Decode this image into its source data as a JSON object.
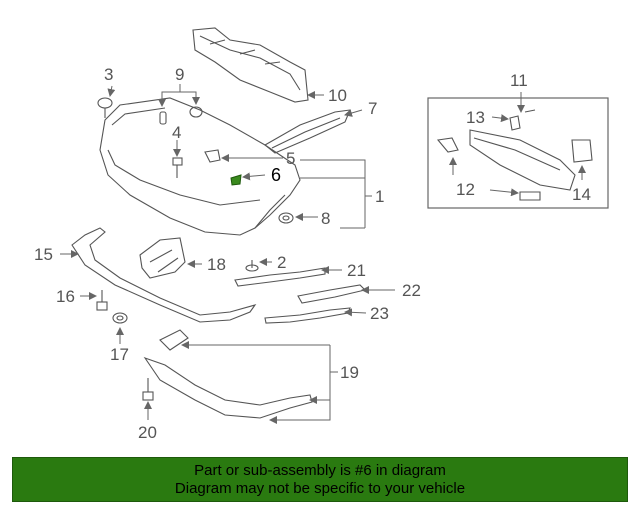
{
  "callouts": {
    "c1": "1",
    "c2": "2",
    "c3": "3",
    "c4": "4",
    "c5": "5",
    "c6": "6",
    "c7": "7",
    "c8": "8",
    "c9": "9",
    "c10": "10",
    "c11": "11",
    "c12": "12",
    "c13": "13",
    "c14": "14",
    "c15": "15",
    "c16": "16",
    "c17": "17",
    "c18": "18",
    "c19": "19",
    "c20": "20",
    "c21": "21",
    "c22": "22",
    "c23": "23"
  },
  "highlight_color": "#3a8a1e",
  "footer": {
    "line1": "Part or sub-assembly is #6 in diagram",
    "line2": "Diagram may not be specific to your vehicle",
    "background": "#2a7a10"
  }
}
